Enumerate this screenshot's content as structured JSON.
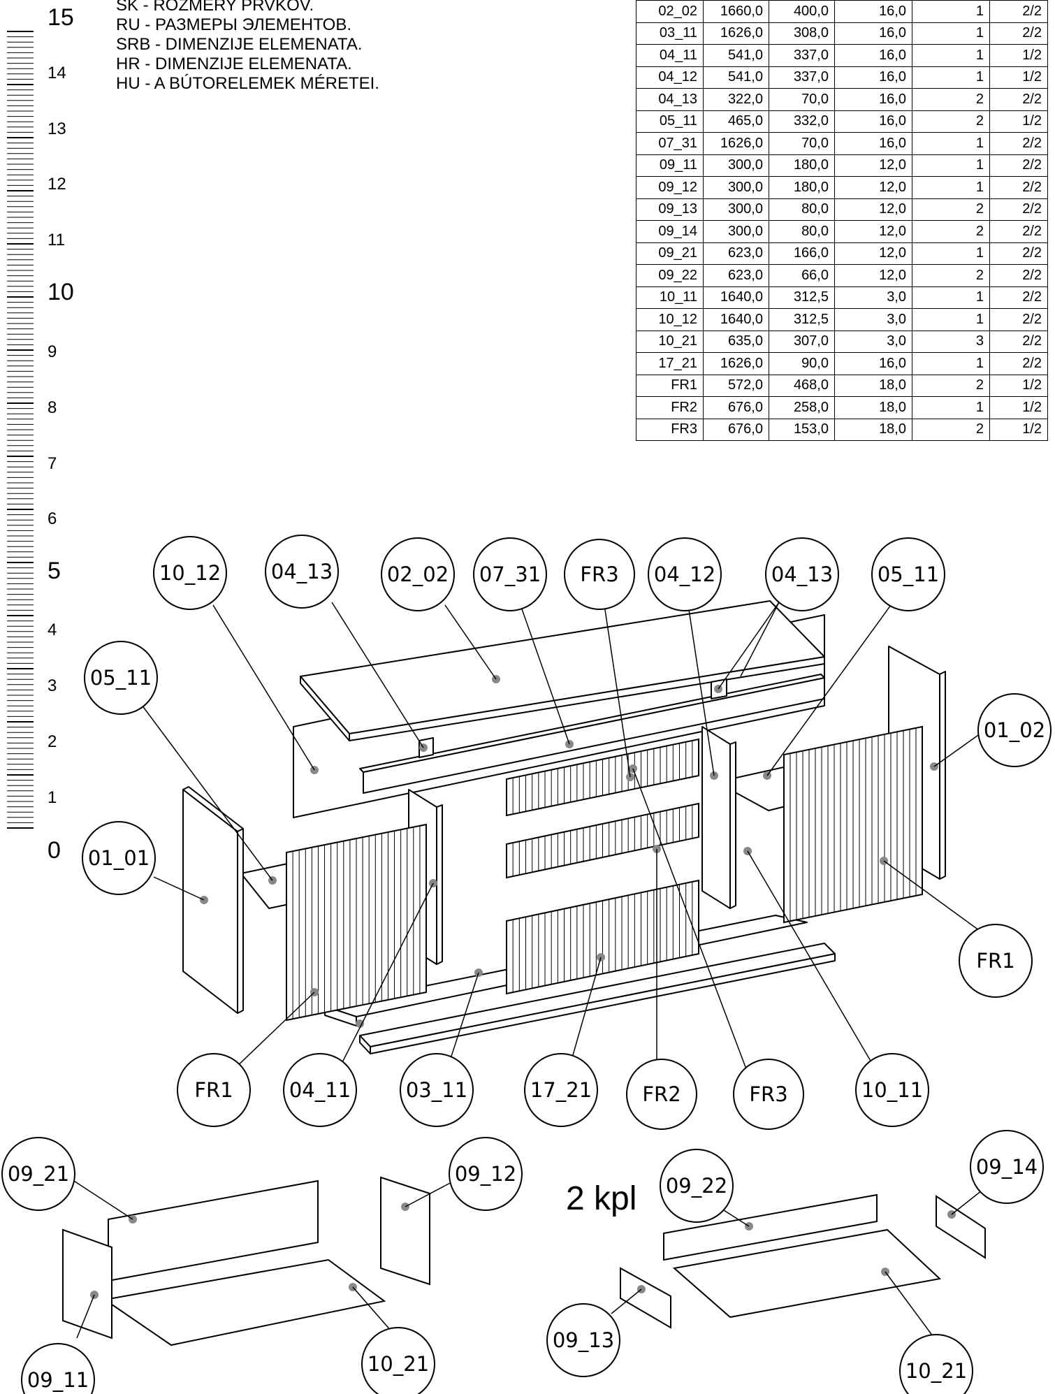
{
  "titles": [
    "SK - ROZMERY PRVKOV.",
    "RU - РАЗМЕРЫ ЭЛЕМЕНТОВ.",
    "SRB - DIMENZIJE ELEMENATA.",
    "HR - DIMENZIJE ELEMENATA.",
    "HU - A BÚTORELEMEK MÉRETEI."
  ],
  "ruler_labels": [
    "15",
    "14",
    "13",
    "12",
    "11",
    "10",
    "9",
    "8",
    "7",
    "6",
    "5",
    "4",
    "3",
    "2",
    "1",
    "0"
  ],
  "parts_table": {
    "rows": [
      [
        "02_02",
        "1660,0",
        "400,0",
        "16,0",
        "1",
        "2/2"
      ],
      [
        "03_11",
        "1626,0",
        "308,0",
        "16,0",
        "1",
        "2/2"
      ],
      [
        "04_11",
        "541,0",
        "337,0",
        "16,0",
        "1",
        "1/2"
      ],
      [
        "04_12",
        "541,0",
        "337,0",
        "16,0",
        "1",
        "1/2"
      ],
      [
        "04_13",
        "322,0",
        "70,0",
        "16,0",
        "2",
        "2/2"
      ],
      [
        "05_11",
        "465,0",
        "332,0",
        "16,0",
        "2",
        "1/2"
      ],
      [
        "07_31",
        "1626,0",
        "70,0",
        "16,0",
        "1",
        "2/2"
      ],
      [
        "09_11",
        "300,0",
        "180,0",
        "12,0",
        "1",
        "2/2"
      ],
      [
        "09_12",
        "300,0",
        "180,0",
        "12,0",
        "1",
        "2/2"
      ],
      [
        "09_13",
        "300,0",
        "80,0",
        "12,0",
        "2",
        "2/2"
      ],
      [
        "09_14",
        "300,0",
        "80,0",
        "12,0",
        "2",
        "2/2"
      ],
      [
        "09_21",
        "623,0",
        "166,0",
        "12,0",
        "1",
        "2/2"
      ],
      [
        "09_22",
        "623,0",
        "66,0",
        "12,0",
        "2",
        "2/2"
      ],
      [
        "10_11",
        "1640,0",
        "312,5",
        "3,0",
        "1",
        "2/2"
      ],
      [
        "10_12",
        "1640,0",
        "312,5",
        "3,0",
        "1",
        "2/2"
      ],
      [
        "10_21",
        "635,0",
        "307,0",
        "3,0",
        "3",
        "2/2"
      ],
      [
        "17_21",
        "1626,0",
        "90,0",
        "16,0",
        "1",
        "2/2"
      ],
      [
        "FR1",
        "572,0",
        "468,0",
        "18,0",
        "2",
        "1/2"
      ],
      [
        "FR2",
        "676,0",
        "258,0",
        "18,0",
        "1",
        "1/2"
      ],
      [
        "FR3",
        "676,0",
        "153,0",
        "18,0",
        "2",
        "1/2"
      ]
    ]
  },
  "callouts": {
    "c10_12a": "10_12",
    "c04_13a": "04_13",
    "c02_02": "02_02",
    "c07_31": "07_31",
    "cFR3a": "FR3",
    "c04_12": "04_12",
    "c04_13b": "04_13",
    "c05_11a": "05_11",
    "c05_11b": "05_11",
    "c01_02": "01_02",
    "c01_01": "01_01",
    "cFR1a": "FR1",
    "cFR1b": "FR1",
    "c04_11": "04_11",
    "c03_11": "03_11",
    "c17_21": "17_21",
    "cFR2": "FR2",
    "cFR3b": "FR3",
    "c10_11": "10_11",
    "c09_21": "09_21",
    "c09_12": "09_12",
    "c09_11": "09_11",
    "c10_21a": "10_21",
    "c09_22": "09_22",
    "c09_14": "09_14",
    "c09_13": "09_13",
    "c10_21b": "10_21"
  },
  "kpl_label": "2 kpl"
}
